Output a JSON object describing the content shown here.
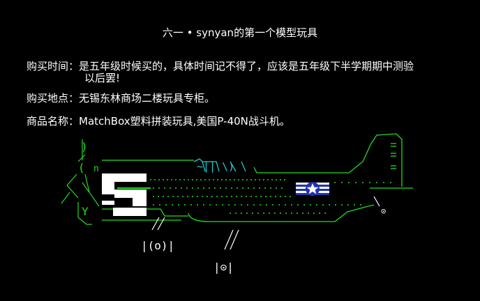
{
  "page": {
    "title": "六一 • synyan的第一个模型玩具"
  },
  "purchase_time": {
    "label": "购买时间：",
    "value": "是五年级时候买的，具体时间记不得了，应该是五年级下半学期期中测验",
    "value_cont": "以后罢!"
  },
  "purchase_place": {
    "label": "购买地点：",
    "value": "无锡东林商场二楼玩具专柜。"
  },
  "product_name": {
    "label": "商品名称：",
    "value": "MatchBox塑料拼装玩具,美国P-40N战斗机。"
  },
  "ascii_art": {
    "colors": {
      "green": "#22dd22",
      "cyan": "#22cccc",
      "white": "#ffffff",
      "blue": "#2233aa"
    },
    "glyphs": {
      "propeller_top": ")",
      "propeller_mid": "(",
      "propeller_bottom": "Y",
      "canopy": "~|| \\)",
      "wheel_main": "|(o)|",
      "wheel_tail": "|⊙|",
      "tail_wheel": "⊙",
      "nose_n": "n"
    }
  }
}
